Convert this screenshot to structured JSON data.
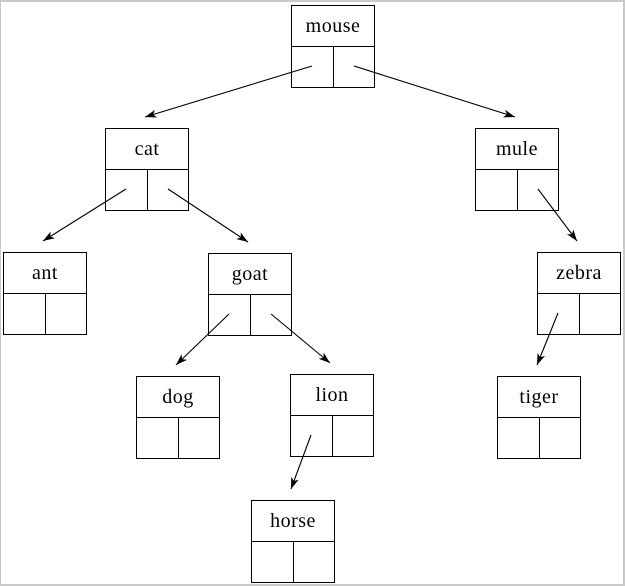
{
  "diagram": {
    "type": "binary-tree",
    "nodes": [
      {
        "id": "mouse",
        "label": "mouse"
      },
      {
        "id": "cat",
        "label": "cat"
      },
      {
        "id": "mule",
        "label": "mule"
      },
      {
        "id": "ant",
        "label": "ant"
      },
      {
        "id": "goat",
        "label": "goat"
      },
      {
        "id": "zebra",
        "label": "zebra"
      },
      {
        "id": "dog",
        "label": "dog"
      },
      {
        "id": "lion",
        "label": "lion"
      },
      {
        "id": "tiger",
        "label": "tiger"
      },
      {
        "id": "horse",
        "label": "horse"
      }
    ],
    "edges": [
      {
        "from": "mouse",
        "cell": "left",
        "to": "cat"
      },
      {
        "from": "mouse",
        "cell": "right",
        "to": "mule"
      },
      {
        "from": "cat",
        "cell": "left",
        "to": "ant"
      },
      {
        "from": "cat",
        "cell": "right",
        "to": "goat"
      },
      {
        "from": "mule",
        "cell": "right",
        "to": "zebra"
      },
      {
        "from": "goat",
        "cell": "left",
        "to": "dog"
      },
      {
        "from": "goat",
        "cell": "right",
        "to": "lion"
      },
      {
        "from": "zebra",
        "cell": "left",
        "to": "tiger"
      },
      {
        "from": "lion",
        "cell": "left",
        "to": "horse"
      }
    ],
    "colors": {
      "line": "#000000",
      "background": "#ffffff",
      "frame": "#c9c9c9"
    }
  }
}
